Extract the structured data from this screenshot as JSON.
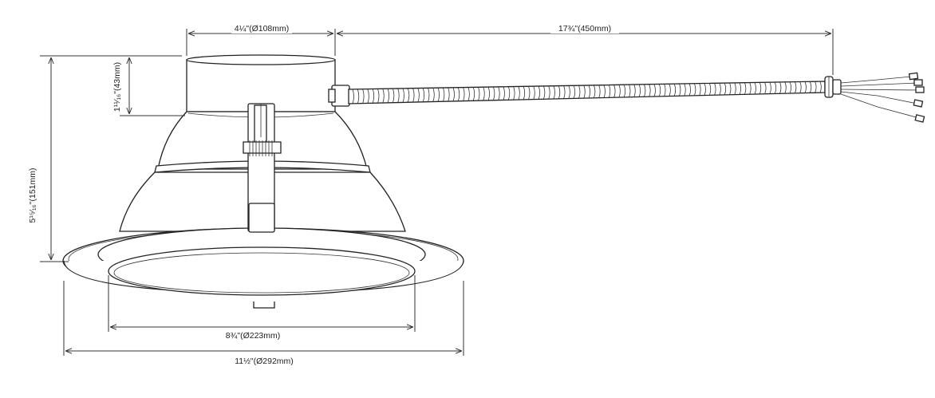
{
  "dimensions": {
    "top_diameter": "4¼\"(Ø108mm)",
    "conduit_length": "17¾\"(450mm)",
    "can_height": "1¹¹⁄₁₆\"(43mm)",
    "total_height": "5¹⁵⁄₁₆\"(151mm)",
    "lens_diameter": "8¾\"(Ø223mm)",
    "flange_diameter": "11½\"(Ø292mm)"
  },
  "colors": {
    "line": "#222222",
    "fill": "#ffffff",
    "shade": "#e8e8e8"
  }
}
